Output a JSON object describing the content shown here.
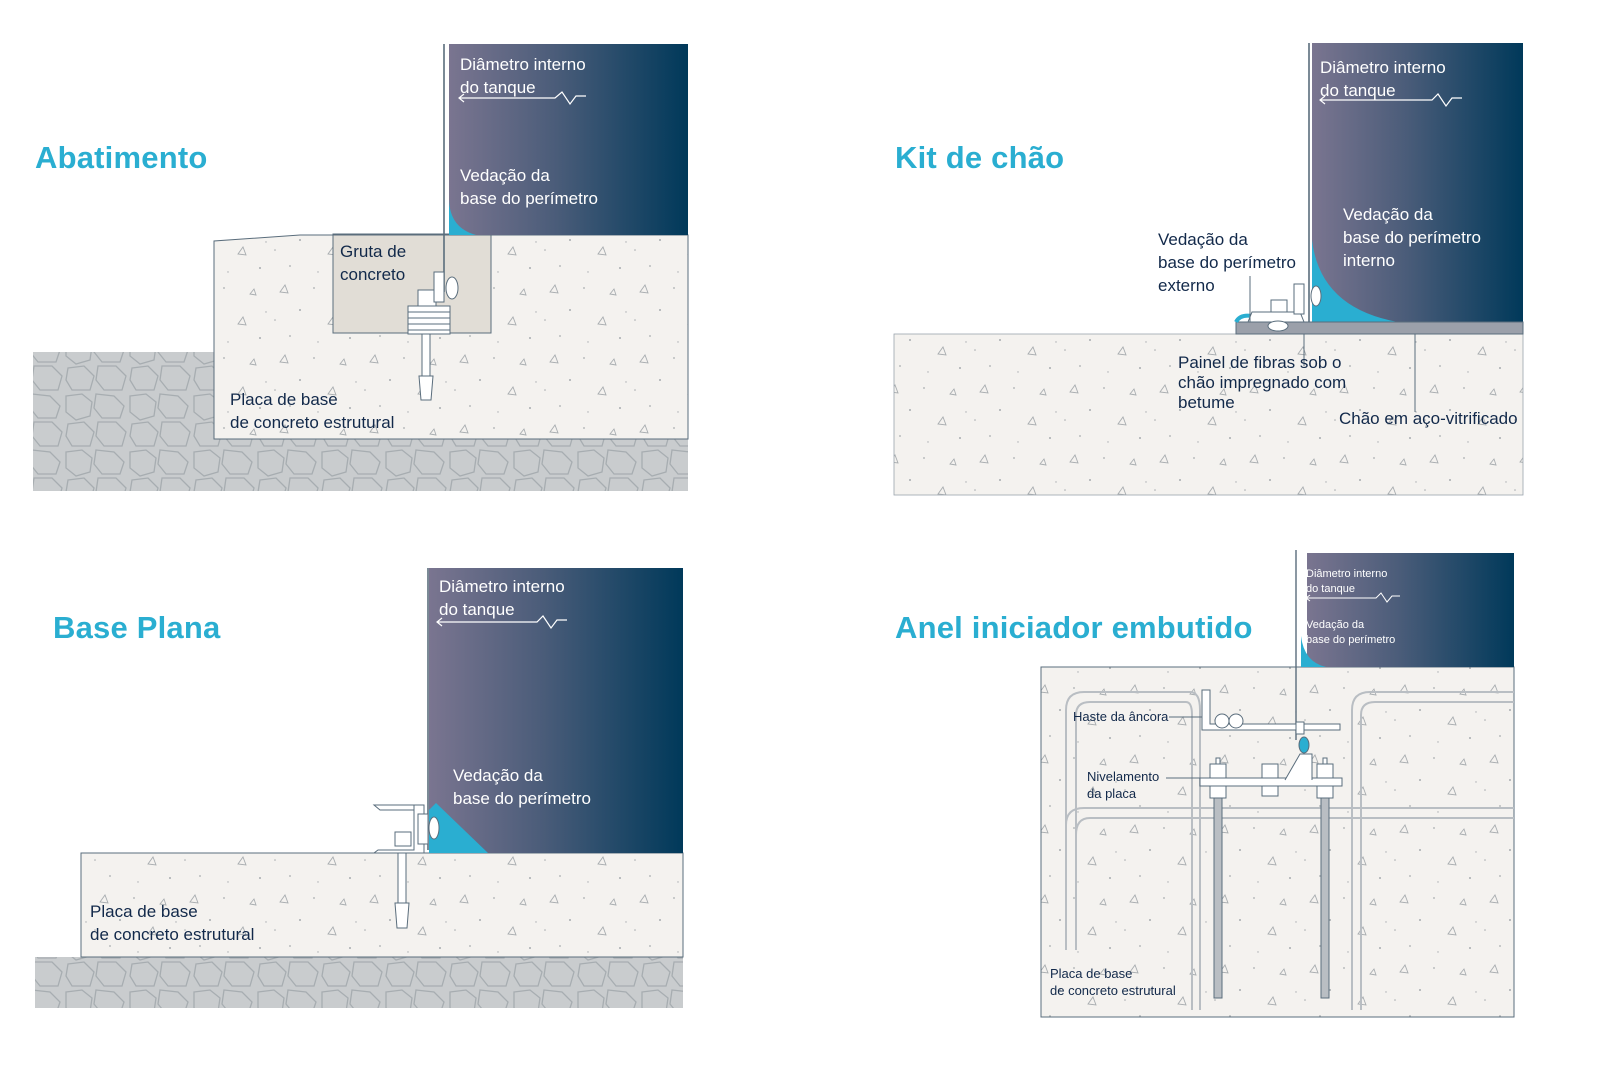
{
  "colors": {
    "title": "#2aaed1",
    "tank_dark": "#00395a",
    "tank_light": "#7a7590",
    "seal": "#2aaed1",
    "concrete": "#f4f2ef",
    "stone": "#c9ccce",
    "text": "#12294a"
  },
  "panels": {
    "abatimento": {
      "title": "Abatimento",
      "tank_label": [
        "Diâmetro interno",
        "do tanque"
      ],
      "seal_label": [
        "Vedação da",
        "base do perímetro"
      ],
      "grout_label": [
        "Gruta de",
        "concreto"
      ],
      "slab_label": [
        "Placa de base",
        "de concreto estrutural"
      ]
    },
    "kit_de_chao": {
      "title": "Kit de chão",
      "tank_label": [
        "Diâmetro interno",
        "do tanque"
      ],
      "inner_seal_label": [
        "Vedação da",
        "base do perímetro",
        "interno"
      ],
      "outer_seal_label": [
        "Vedação da",
        "base do perímetro",
        "externo"
      ],
      "fiber_label": [
        "Painel de fibras sob o",
        "chão impregnado com",
        "betume"
      ],
      "floor_label": "Chão em aço-vitrificado"
    },
    "base_plana": {
      "title": "Base Plana",
      "tank_label": [
        "Diâmetro interno",
        "do tanque"
      ],
      "seal_label": [
        "Vedação da",
        "base do perímetro"
      ],
      "slab_label": [
        "Placa de base",
        "de concreto estrutural"
      ]
    },
    "anel_iniciador": {
      "title": "Anel iniciador embutido",
      "tank_label": [
        "Diâmetro interno",
        "do tanque"
      ],
      "seal_label": [
        "Vedação da",
        "base do perímetro"
      ],
      "anchor_label": "Haste da âncora",
      "leveling_label": [
        "Nivelamento",
        "da placa"
      ],
      "slab_label": [
        "Placa de base",
        "de concreto estrutural"
      ]
    }
  }
}
